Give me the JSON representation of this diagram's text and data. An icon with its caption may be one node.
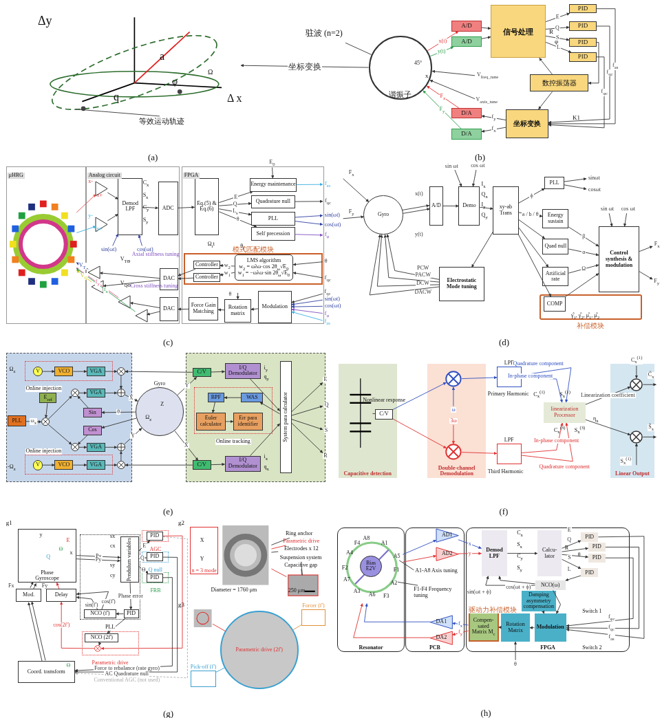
{
  "diagram": {
    "nodes": [
      {
        "text": [],
        "shape": "picture"
      },
      {
        "text": [
          "等效运动轨迹"
        ]
      },
      {
        "text": [
          "谐振子"
        ]
      },
      {
        "text": [
          "驻波 (n=2)"
        ]
      },
      {
        "text": [
          "A/D"
        ]
      },
      {
        "text": [
          "A/D"
        ]
      },
      {
        "text": [
          "信号处理"
        ]
      },
      {
        "text": [
          "PID"
        ]
      },
      {
        "text": [
          "PID"
        ]
      },
      {
        "text": [
          "PID"
        ]
      },
      {
        "text": [
          "PID"
        ]
      },
      {
        "text": [
          "数控振荡器"
        ]
      },
      {
        "text": [
          "坐标变换"
        ]
      },
      {
        "text": [
          "D/A"
        ]
      },
      {
        "text": [
          "D/A"
        ]
      },
      {
        "text": [
          "μHRG"
        ]
      },
      {
        "text": [],
        "shape": "picture",
        "in": 15
      },
      {
        "text": [
          "Analog circuit"
        ]
      },
      {
        "text": [
          "FPGA"
        ]
      },
      {
        "text": [],
        "shape": "triangle",
        "in": 17
      },
      {
        "text": [],
        "shape": "triangle",
        "in": 17
      },
      {
        "text": [
          "Demod LPF"
        ],
        "in": 17
      },
      {
        "text": [
          "ADC"
        ],
        "in": 17
      },
      {
        "text": [
          "DAC"
        ],
        "in": 17
      },
      {
        "text": [
          "DAC"
        ],
        "in": 17
      },
      {
        "text": [],
        "shape": "triangle",
        "in": 17
      },
      {
        "text": [],
        "shape": "triangle",
        "in": 17
      },
      {
        "text": [],
        "shape": "triangle",
        "in": 17
      },
      {
        "text": [],
        "shape": "triangle",
        "in": 17
      },
      {
        "text": [
          "Eq.(5) & Eq.(6)"
        ],
        "in": 18
      },
      {
        "text": [
          "Energy maintenance"
        ],
        "in": 18
      },
      {
        "text": [
          "Quadrature null"
        ],
        "in": 18
      },
      {
        "text": [
          "PLL"
        ],
        "in": 18
      },
      {
        "text": [
          "Self precession"
        ],
        "in": 18
      },
      {
        "text": [
          "模式匹配模块"
        ],
        "in": 18
      },
      {
        "text": [
          "Controller"
        ],
        "in": 34
      },
      {
        "text": [
          "Controller"
        ],
        "in": 34
      },
      {
        "text": [
          "LMS algorithm",
          "w$_{2}$ = ωλω·cos 2θ$_{ω}$√E$_{0}$",
          "w$_{1}$ = −ωλω·sin 2θ$_{ω}$√E$_{0}$"
        ],
        "in": 34
      },
      {
        "text": [
          "Modulation"
        ],
        "in": 18
      },
      {
        "text": [
          "Rotation matrix"
        ],
        "in": 18
      },
      {
        "text": [
          "Force Gain Matching"
        ],
        "in": 18
      },
      {
        "text": [
          "Gyro"
        ]
      },
      {
        "text": [
          "A/D"
        ]
      },
      {
        "text": [
          "Demo"
        ]
      },
      {
        "text": [
          "xy-ab Trans"
        ]
      },
      {
        "text": [
          "PLL"
        ]
      },
      {
        "text": [
          "Energy sustain"
        ]
      },
      {
        "text": [
          "Quad null"
        ]
      },
      {
        "text": [
          "Artificial rate"
        ]
      },
      {
        "text": [
          "补偿模块"
        ]
      },
      {
        "text": [
          "COMP"
        ],
        "in": 49
      },
      {
        "text": [
          "Control synthesis & modulation"
        ]
      },
      {
        "text": [
          "Electrostatic Mode tuning"
        ]
      },
      {
        "text": [],
        "shape": "box"
      },
      {
        "text": [
          "Online injection"
        ],
        "in": 53
      },
      {
        "text": [
          "V"
        ],
        "in": 54
      },
      {
        "text": [
          "VCO"
        ],
        "in": 54
      },
      {
        "text": [
          "VGA"
        ],
        "in": 54
      },
      {
        "text": [],
        "shape": "circle",
        "in": 53
      },
      {
        "text": [
          "E$_{ref}$"
        ],
        "in": 53
      },
      {
        "text": [
          "PLL"
        ],
        "in": 53
      },
      {
        "text": [],
        "shape": "circle",
        "in": 53
      },
      {
        "text": [],
        "shape": "circle",
        "in": 53
      },
      {
        "text": [
          "VGA"
        ],
        "in": 53
      },
      {
        "text": [],
        "shape": "circle",
        "in": 53
      },
      {
        "text": [
          "Sin"
        ],
        "in": 53
      },
      {
        "text": [
          "Cos"
        ],
        "in": 53
      },
      {
        "text": [],
        "shape": "circle",
        "in": 53
      },
      {
        "text": [
          "VGA"
        ],
        "in": 53
      },
      {
        "text": [],
        "shape": "circle",
        "in": 53
      },
      {
        "text": [
          "Online injection"
        ],
        "in": 53
      },
      {
        "text": [
          "V"
        ],
        "in": 70
      },
      {
        "text": [
          "VCO"
        ],
        "in": 70
      },
      {
        "text": [
          "VGA"
        ],
        "in": 70
      },
      {
        "text": [],
        "shape": "circle",
        "in": 53
      },
      {
        "text": [
          "Gyro"
        ]
      },
      {
        "text": [],
        "shape": "box"
      },
      {
        "text": [
          "C/V"
        ],
        "in": 76
      },
      {
        "text": [
          "I/Q Demodulator"
        ],
        "in": 76
      },
      {
        "text": [
          "Online tracking"
        ],
        "in": 76
      },
      {
        "text": [
          "BPF"
        ],
        "in": 79
      },
      {
        "text": [
          "WAS"
        ],
        "in": 79
      },
      {
        "text": [
          "Euler calculator"
        ],
        "in": 79
      },
      {
        "text": [
          "Err para identifier"
        ],
        "in": 79
      },
      {
        "text": [
          "C/V"
        ],
        "in": 76
      },
      {
        "text": [
          "I/Q Demodulator"
        ],
        "in": 76
      },
      {
        "text": [
          "System para calculator"
        ],
        "in": 76
      },
      {
        "text": [
          "Capacitive detection"
        ]
      },
      {
        "text": [],
        "shape": "picture",
        "in": 87
      },
      {
        "text": [
          "C/V"
        ],
        "in": 87
      },
      {
        "text": [
          "Double-channel Demodulation"
        ]
      },
      {
        "text": [],
        "shape": "circle",
        "in": 90
      },
      {
        "text": [],
        "shape": "circle",
        "in": 90
      },
      {
        "text": [
          "LPF"
        ]
      },
      {
        "text": [
          "LPF"
        ]
      },
      {
        "text": [
          "linearization Processor"
        ]
      },
      {
        "text": [
          "Linear Output"
        ]
      },
      {
        "text": [],
        "shape": "circle",
        "in": 96
      },
      {
        "text": [],
        "shape": "circle",
        "in": 96
      },
      {
        "text": [
          "Phase",
          "Gyroscope"
        ]
      },
      {
        "text": [
          "PLL"
        ]
      },
      {
        "text": [
          "Pendulum variables"
        ],
        "in": 100
      },
      {
        "text": [
          "NCO (f')"
        ],
        "in": 100
      },
      {
        "text": [
          "PID"
        ],
        "in": 100
      },
      {
        "text": [
          "AGC"
        ]
      },
      {
        "text": [
          "PID"
        ],
        "in": 104
      },
      {
        "text": [
          "Q null"
        ]
      },
      {
        "text": [
          "PID"
        ],
        "in": 106
      },
      {
        "text": [
          "FRB"
        ]
      },
      {
        "text": [
          "PID"
        ],
        "in": 108
      },
      {
        "text": [
          "Mod."
        ]
      },
      {
        "text": [
          "Delay"
        ]
      },
      {
        "text": [
          "Parametric drive"
        ]
      },
      {
        "text": [
          "NCO (2f')"
        ],
        "in": 112
      },
      {
        "text": [],
        "shape": "circle",
        "in": 112
      },
      {
        "text": [
          "Coord. transform"
        ]
      },
      {
        "text": [],
        "shape": "picture"
      },
      {
        "text": [
          "n = 3 mode"
        ]
      },
      {
        "text": [
          "Ring anchor"
        ]
      },
      {
        "text": [
          "Parametric drive"
        ]
      },
      {
        "text": [
          "Electrodes x 12"
        ]
      },
      {
        "text": [
          "Suspension system"
        ]
      },
      {
        "text": [
          "Capacitive gap"
        ]
      },
      {
        "text": [],
        "shape": "picture"
      },
      {
        "text": [],
        "shape": "picture"
      },
      {
        "text": [
          "Parametric drive (2f')"
        ]
      },
      {
        "text": [
          "Forcer (f')"
        ]
      },
      {
        "text": [
          "Pick-off (f')"
        ]
      },
      {
        "text": [
          "Resonator"
        ]
      },
      {
        "text": [],
        "shape": "picture",
        "in": 128
      },
      {
        "text": [
          "Bias E2V"
        ],
        "in": 129
      },
      {
        "text": [
          "PCB"
        ]
      },
      {
        "text": [
          "AD1"
        ],
        "in": 131
      },
      {
        "text": [
          "AD2"
        ],
        "in": 131
      },
      {
        "text": [
          "DA1"
        ],
        "in": 131
      },
      {
        "text": [
          "DA2"
        ],
        "in": 131
      },
      {
        "text": [
          "FPGA"
        ]
      },
      {
        "text": [
          "Demod LPF"
        ],
        "in": 136
      },
      {
        "text": [
          "Calcu-lator"
        ],
        "in": 136
      },
      {
        "text": [
          "PID"
        ],
        "in": 136
      },
      {
        "text": [
          "PID"
        ],
        "in": 136
      },
      {
        "text": [
          "PID"
        ],
        "in": 136
      },
      {
        "text": [
          "PID"
        ],
        "in": 136
      },
      {
        "text": [
          "NCO(ω)"
        ],
        "in": 136
      },
      {
        "text": [
          "Damping asymmetry compensation"
        ],
        "in": 136
      },
      {
        "text": [
          "Modulation"
        ],
        "in": 136
      },
      {
        "text": [
          "Rotation Matrix"
        ],
        "in": 136
      },
      {
        "text": [
          "Compen-sated Matrix M$_{c}$"
        ],
        "in": 136,
        "beside": [
          "驱动力补偿模块"
        ]
      },
      {
        "text": [
          "A1-A8 Axis tuning"
        ],
        "in": 131
      },
      {
        "text": [
          "F1-F4 Frequency tuning"
        ],
        "in": 131
      }
    ],
    "edges": [
      {
        "from": 1,
        "to": 0,
        "arrow": "none"
      },
      {
        "from": 3,
        "to": 2,
        "arrow": "none"
      },
      {
        "from": 2,
        "to": 4,
        "arrow": "to",
        "label": "x(t)",
        "color": "#e03030"
      },
      {
        "from": 2,
        "to": 5,
        "arrow": "to",
        "label": "y(t)",
        "color": "#2e9e4e"
      },
      {
        "from": 4,
        "to": 6,
        "arrow": "to"
      },
      {
        "from": 5,
        "to": 6,
        "arrow": "to"
      },
      {
        "from": 6,
        "to": 7,
        "arrow": "to",
        "label": "E"
      },
      {
        "from": 6,
        "to": 8,
        "arrow": "to",
        "label": "Q"
      },
      {
        "from": 6,
        "to": 9,
        "arrow": "to",
        "label": "S"
      },
      {
        "from": 6,
        "to": 10,
        "arrow": "to",
        "label": "L"
      },
      {
        "from": 11,
        "to": 6,
        "arrow": "to"
      },
      {
        "from": 7,
        "to": 12,
        "arrow": "to",
        "label": "f$_{as}$"
      },
      {
        "from": 8,
        "to": 12,
        "arrow": "to",
        "label": "f$_{qc}$"
      },
      {
        "from": 9,
        "to": 11,
        "arrow": "to"
      },
      {
        "from": 10,
        "to": 12,
        "arrow": "to",
        "label": "f$_{φc}$"
      },
      {
        "from": 11,
        "to": 12,
        "arrow": "to"
      },
      {
        "from": 12,
        "to": 13,
        "arrow": "to",
        "label": "f$_{y}$"
      },
      {
        "from": 12,
        "to": 14,
        "arrow": "to",
        "label": "f$_{x}$"
      },
      {
        "from": 13,
        "to": 2,
        "arrow": "to",
        "label": "F$_{x}$",
        "color": "#e03030"
      },
      {
        "from": 14,
        "to": 2,
        "arrow": "to",
        "label": "F$_{y}$",
        "color": "#2e9e4e"
      },
      {
        "from": null,
        "to": 2,
        "arrow": "to",
        "label": "V$_{freq_tune}$"
      },
      {
        "from": null,
        "to": 2,
        "arrow": "to",
        "label": "V$_{axis_tune}$"
      },
      {
        "from": 2,
        "to": 0,
        "arrow": "to",
        "label": "坐标变换"
      },
      {
        "from": 16,
        "to": 19,
        "arrow": "to",
        "color": "#e05050"
      },
      {
        "from": 16,
        "to": 20,
        "arrow": "to",
        "color": "#3bb0e0"
      },
      {
        "from": 19,
        "to": 21,
        "arrow": "to"
      },
      {
        "from": 20,
        "to": 21,
        "arrow": "to"
      },
      {
        "from": null,
        "to": 21,
        "arrow": "to",
        "label": "sin(ωt)",
        "color": "#3040a0"
      },
      {
        "from": null,
        "to": 21,
        "arrow": "to",
        "label": "cos(ωt)",
        "color": "#3040a0"
      },
      {
        "from": 21,
        "to": 22,
        "arrow": "to"
      },
      {
        "from": 22,
        "to": 29,
        "arrow": "to"
      },
      {
        "from": 29,
        "to": 30,
        "arrow": "to",
        "label": "E"
      },
      {
        "from": 29,
        "to": 31,
        "arrow": "to",
        "label": "Q"
      },
      {
        "from": 29,
        "to": 32,
        "arrow": "to",
        "label": "L$_{s}$"
      },
      {
        "from": 29,
        "to": 33,
        "arrow": "to",
        "label": "θ"
      },
      {
        "from": null,
        "to": 30,
        "arrow": "to",
        "label": "E$_{0}$"
      },
      {
        "from": 30,
        "to": null,
        "arrow": "to",
        "label": "f$_{as}$",
        "color": "#3bb0e0"
      },
      {
        "from": 31,
        "to": null,
        "arrow": "to",
        "label": "f$_{qc}$"
      },
      {
        "from": 32,
        "to": null,
        "arrow": "to",
        "label": "sin(ωt)",
        "color": "#3040a0"
      },
      {
        "from": 32,
        "to": null,
        "arrow": "to",
        "label": "cos(ωt)",
        "color": "#3040a0"
      },
      {
        "from": 33,
        "to": null,
        "arrow": "to",
        "label": "f$_{φ}$",
        "color": "#8050c0"
      },
      {
        "from": null,
        "to": 37,
        "arrow": "to",
        "label": "θ"
      },
      {
        "from": null,
        "to": 37,
        "arrow": "to",
        "label": "f$_{qc}$"
      },
      {
        "from": 37,
        "to": 35,
        "arrow": "to",
        "label": "w$_{2}$"
      },
      {
        "from": 37,
        "to": 36,
        "arrow": "to",
        "label": "w$_{1}$"
      },
      {
        "from": 35,
        "to": 23,
        "arrow": "to"
      },
      {
        "from": 36,
        "to": 23,
        "arrow": "to"
      },
      {
        "from": 23,
        "to": 25,
        "arrow": "to"
      },
      {
        "from": 23,
        "to": 26,
        "arrow": "to"
      },
      {
        "from": 25,
        "to": 16,
        "arrow": "to",
        "label": "V$_{T}$",
        "color": "#3040a0"
      },
      {
        "from": 26,
        "to": 16,
        "arrow": "to",
        "label": "V$_{Q}$",
        "color": "#c8c820"
      },
      {
        "from": null,
        "to": 38,
        "arrow": "to",
        "label": "f$_{qc}$"
      },
      {
        "from": null,
        "to": 38,
        "arrow": "to",
        "label": "sin(ωt)",
        "color": "#3040a0"
      },
      {
        "from": null,
        "to": 38,
        "arrow": "to",
        "label": "cos(ωt)",
        "color": "#3040a0"
      },
      {
        "from": null,
        "to": 38,
        "arrow": "to",
        "label": "f$_{φ}$",
        "color": "#8050c0"
      },
      {
        "from": null,
        "to": 38,
        "arrow": "to",
        "label": "f$_{as}$",
        "color": "#3bb0e0"
      },
      {
        "from": 38,
        "to": 39,
        "arrow": "to"
      },
      {
        "from": null,
        "to": 39,
        "arrow": "to",
        "label": "θ"
      },
      {
        "from": 39,
        "to": 40,
        "arrow": "to"
      },
      {
        "from": 40,
        "to": 24,
        "arrow": "to"
      },
      {
        "from": 24,
        "to": 27,
        "arrow": "to"
      },
      {
        "from": 24,
        "to": 28,
        "arrow": "to"
      },
      {
        "from": 27,
        "to": 16,
        "arrow": "to",
        "label": "f$_{y}$",
        "color": "#e0508a"
      },
      {
        "from": 28,
        "to": 16,
        "arrow": "to",
        "label": "f$_{x}$",
        "color": "#2e9e4e"
      },
      {
        "from": null,
        "to": 41,
        "arrow": "to",
        "label": "F$_{x}$"
      },
      {
        "from": null,
        "to": 41,
        "arrow": "to",
        "label": "F$_{y}$"
      },
      {
        "from": 41,
        "to": 42,
        "arrow": "to",
        "label": "x(t)"
      },
      {
        "from": 41,
        "to": 42,
        "arrow": "to",
        "label": "y(t)"
      },
      {
        "from": 42,
        "to": 43,
        "arrow": "to"
      },
      {
        "from": null,
        "to": 43,
        "arrow": "to",
        "label": "sin ωt"
      },
      {
        "from": null,
        "to": 43,
        "arrow": "to",
        "label": "cos ωt"
      },
      {
        "from": 43,
        "to": 44,
        "arrow": "to"
      },
      {
        "from": 44,
        "to": 45,
        "arrow": "to",
        "label": "ϕ"
      },
      {
        "from": 45,
        "to": null,
        "arrow": "to",
        "label": "sinωt"
      },
      {
        "from": 45,
        "to": null,
        "arrow": "to",
        "label": "cosωt"
      },
      {
        "from": 44,
        "to": 46,
        "arrow": "to",
        "label": "a / b / θ"
      },
      {
        "from": 44,
        "to": 47,
        "arrow": "to"
      },
      {
        "from": 44,
        "to": 48,
        "arrow": "to"
      },
      {
        "from": 44,
        "to": 50,
        "arrow": "to"
      },
      {
        "from": 44,
        "to": 52,
        "arrow": "to"
      },
      {
        "from": 46,
        "to": 51,
        "arrow": "to",
        "label": "β"
      },
      {
        "from": 47,
        "to": 51,
        "arrow": "to",
        "label": "α"
      },
      {
        "from": 48,
        "to": 51,
        "arrow": "to",
        "label": "Ω"
      },
      {
        "from": 50,
        "to": 51,
        "arrow": "to"
      },
      {
        "from": null,
        "to": 51,
        "arrow": "to",
        "label": "sin ωt"
      },
      {
        "from": null,
        "to": 51,
        "arrow": "to",
        "label": "cos ωt"
      },
      {
        "from": 51,
        "to": null,
        "arrow": "to",
        "label": "F$_{x}$"
      },
      {
        "from": 51,
        "to": null,
        "arrow": "to",
        "label": "F$_{y}$"
      },
      {
        "from": 52,
        "to": 41,
        "arrow": "to",
        "label": "PCW"
      },
      {
        "from": 52,
        "to": 41,
        "arrow": "to",
        "label": "PACW"
      },
      {
        "from": 52,
        "to": 41,
        "arrow": "to",
        "label": "DCW"
      },
      {
        "from": 52,
        "to": 41,
        "arrow": "to",
        "label": "DACW"
      },
      {
        "from": 55,
        "to": 56,
        "arrow": "to"
      },
      {
        "from": 56,
        "to": 57,
        "arrow": "to"
      },
      {
        "from": 57,
        "to": 58,
        "arrow": "to"
      },
      {
        "from": 58,
        "to": 64,
        "arrow": "to"
      },
      {
        "from": 59,
        "to": 61,
        "arrow": "to"
      },
      {
        "from": 60,
        "to": 61,
        "arrow": "to",
        "label": "ω$_{x}$"
      },
      {
        "from": 61,
        "to": 62,
        "arrow": "to"
      },
      {
        "from": 61,
        "to": 67,
        "arrow": "to"
      },
      {
        "from": 62,
        "to": 63,
        "arrow": "to"
      },
      {
        "from": 63,
        "to": 64,
        "arrow": "to"
      },
      {
        "from": 64,
        "to": 75,
        "arrow": "to",
        "label": "X"
      },
      {
        "from": 75,
        "to": 65,
        "arrow": "to",
        "label": "θ"
      },
      {
        "from": 75,
        "to": 66,
        "arrow": "to"
      },
      {
        "from": 65,
        "to": 62,
        "arrow": "to"
      },
      {
        "from": 66,
        "to": 67,
        "arrow": "to"
      },
      {
        "from": 67,
        "to": 68,
        "arrow": "to"
      },
      {
        "from": 68,
        "to": 69,
        "arrow": "to"
      },
      {
        "from": 69,
        "to": 75,
        "arrow": "to",
        "label": "Y"
      },
      {
        "from": 71,
        "to": 72,
        "arrow": "to"
      },
      {
        "from": 72,
        "to": 73,
        "arrow": "to"
      },
      {
        "from": 73,
        "to": 74,
        "arrow": "to"
      },
      {
        "from": 74,
        "to": 69,
        "arrow": "to"
      },
      {
        "from": 75,
        "to": 77,
        "arrow": "to",
        "label": "Y"
      },
      {
        "from": 75,
        "to": 84,
        "arrow": "to",
        "label": "X"
      },
      {
        "from": 77,
        "to": 78,
        "arrow": "to"
      },
      {
        "from": 78,
        "to": 86,
        "arrow": "to"
      },
      {
        "from": 84,
        "to": 85,
        "arrow": "to"
      },
      {
        "from": 85,
        "to": 86,
        "arrow": "to"
      },
      {
        "from": 86,
        "to": 81,
        "arrow": "to"
      },
      {
        "from": 81,
        "to": 80,
        "arrow": "to"
      },
      {
        "from": 80,
        "to": 82,
        "arrow": "to"
      },
      {
        "from": 82,
        "to": 83,
        "arrow": "to"
      },
      {
        "from": 86,
        "to": null,
        "arrow": "to",
        "label": "E"
      },
      {
        "from": 86,
        "to": null,
        "arrow": "to",
        "label": "Q"
      },
      {
        "from": 86,
        "to": null,
        "arrow": "to",
        "label": "S"
      },
      {
        "from": 86,
        "to": null,
        "arrow": "to",
        "label": "R"
      },
      {
        "from": 77,
        "to": 58,
        "arrow": "to"
      },
      {
        "from": 84,
        "to": 74,
        "arrow": "to"
      },
      {
        "from": 88,
        "to": 89,
        "arrow": "none"
      },
      {
        "from": 89,
        "to": 91,
        "arrow": "to",
        "color": "#3050c0"
      },
      {
        "from": 89,
        "to": 92,
        "arrow": "to",
        "color": "#e03030"
      },
      {
        "from": null,
        "to": 91,
        "arrow": "to",
        "label": "ω",
        "color": "#3050c0"
      },
      {
        "from": null,
        "to": 92,
        "arrow": "to",
        "label": "3ω",
        "color": "#e03030"
      },
      {
        "from": 91,
        "to": 93,
        "arrow": "to",
        "color": "#3050c0"
      },
      {
        "from": 92,
        "to": 94,
        "arrow": "to",
        "color": "#e03030"
      },
      {
        "from": 93,
        "to": 95,
        "arrow": "to",
        "label": "Quadrature component",
        "color": "#3050c0"
      },
      {
        "from": 93,
        "to": 95,
        "arrow": "to",
        "label": "In-phase component",
        "color": "#3050c0"
      },
      {
        "from": 94,
        "to": 95,
        "arrow": "to",
        "label": "In-phase component",
        "color": "#e03030"
      },
      {
        "from": 94,
        "to": 95,
        "arrow": "to",
        "label": "Quadrature component",
        "color": "#e03030"
      },
      {
        "from": 95,
        "to": 97,
        "arrow": "to",
        "label": "Linearization coefficient"
      },
      {
        "from": 95,
        "to": 98,
        "arrow": "to"
      },
      {
        "from": null,
        "to": 97,
        "arrow": "to",
        "label": "C$_{x}$$^{(1)}$"
      },
      {
        "from": null,
        "to": 98,
        "arrow": "to",
        "label": "S$_{x}$$^{(1)}$"
      },
      {
        "from": 97,
        "to": null,
        "arrow": "to",
        "label": "C̃$_{x}$"
      },
      {
        "from": 98,
        "to": null,
        "arrow": "to",
        "label": "S̃$_{x}$"
      },
      {
        "from": 99,
        "to": 101,
        "arrow": "to",
        "label": "Px"
      },
      {
        "from": 99,
        "to": 101,
        "arrow": "to",
        "label": "Py"
      },
      {
        "from": 101,
        "to": 105,
        "arrow": "to",
        "label": "E"
      },
      {
        "from": 101,
        "to": 107,
        "arrow": "to",
        "label": "Q"
      },
      {
        "from": 101,
        "to": 109,
        "arrow": "to",
        "label": "Θ"
      },
      {
        "from": 101,
        "to": 103,
        "arrow": "to",
        "label": "Phase error"
      },
      {
        "from": 103,
        "to": 102,
        "arrow": "to"
      },
      {
        "from": 102,
        "to": 111,
        "arrow": "to",
        "label": "sin(f')"
      },
      {
        "from": 102,
        "to": 111,
        "arrow": "to",
        "label": "cos(f')"
      },
      {
        "from": 103,
        "to": 113,
        "arrow": "to"
      },
      {
        "from": 113,
        "to": 114,
        "arrow": "to"
      },
      {
        "from": 105,
        "to": 114,
        "arrow": "to",
        "color": "#e03030"
      },
      {
        "from": 114,
        "to": 111,
        "arrow": "to",
        "label": "cos(2f')",
        "color": "#e03030"
      },
      {
        "from": 111,
        "to": 99,
        "arrow": "to",
        "color": "#e03030"
      },
      {
        "from": 110,
        "to": 99,
        "arrow": "to",
        "label": "Fx"
      },
      {
        "from": 110,
        "to": 99,
        "arrow": "to",
        "label": "Fy"
      },
      {
        "from": 115,
        "to": 110,
        "arrow": "to"
      },
      {
        "from": 115,
        "to": 110,
        "arrow": "to"
      },
      {
        "from": 109,
        "to": 115,
        "arrow": "to",
        "label": "Force to rebalance (rate gyro)"
      },
      {
        "from": 107,
        "to": 115,
        "arrow": "to",
        "label": "AC Quadrature null"
      },
      {
        "from": 105,
        "to": 115,
        "arrow": "to",
        "label": "Conventional AGC (not used)",
        "style": "dashed",
        "color": "#aaaaaa"
      },
      {
        "from": 118,
        "to": 116,
        "arrow": "none"
      },
      {
        "from": 119,
        "to": 116,
        "arrow": "none",
        "color": "#e03030"
      },
      {
        "from": 120,
        "to": 116,
        "arrow": "none"
      },
      {
        "from": 121,
        "to": 123,
        "arrow": "none"
      },
      {
        "from": 122,
        "to": 123,
        "arrow": "none"
      },
      {
        "from": 116,
        "to": 123,
        "arrow": "none",
        "color": "#e03030"
      },
      {
        "from": 124,
        "to": 125,
        "arrow": "none",
        "color": "#e03030"
      },
      {
        "from": 126,
        "to": 125,
        "arrow": "none",
        "color": "#e0903a"
      },
      {
        "from": 127,
        "to": 125,
        "arrow": "none",
        "color": "#3aa0d0"
      },
      {
        "from": 129,
        "to": 132,
        "arrow": "to",
        "color": "#3050c0"
      },
      {
        "from": 129,
        "to": 133,
        "arrow": "to",
        "color": "#e03030"
      },
      {
        "from": 132,
        "to": 137,
        "arrow": "to",
        "label": "x",
        "color": "#3050c0"
      },
      {
        "from": 133,
        "to": 137,
        "arrow": "to",
        "label": "y",
        "color": "#e03030"
      },
      {
        "from": 137,
        "to": 138,
        "arrow": "to"
      },
      {
        "from": 138,
        "to": 139,
        "arrow": "to",
        "label": "E"
      },
      {
        "from": 138,
        "to": 140,
        "arrow": "to",
        "label": "Q"
      },
      {
        "from": 138,
        "to": 141,
        "arrow": "to",
        "label": "S"
      },
      {
        "from": 138,
        "to": 142,
        "arrow": "to",
        "label": "L"
      },
      {
        "from": 142,
        "to": 143,
        "arrow": "to"
      },
      {
        "from": 143,
        "to": 137,
        "arrow": "to",
        "label": "sin(ωt + ϕ)"
      },
      {
        "from": 143,
        "to": 137,
        "arrow": "to",
        "label": "cos(ωt + ϕ)"
      },
      {
        "from": 143,
        "to": 145,
        "arrow": "to"
      },
      {
        "from": 144,
        "to": 145,
        "arrow": "to"
      },
      {
        "from": 145,
        "to": 146,
        "arrow": "to"
      },
      {
        "from": 146,
        "to": 147,
        "arrow": "to"
      },
      {
        "from": 147,
        "to": 134,
        "arrow": "to",
        "label": "f$_{x}$",
        "color": "#3050c0"
      },
      {
        "from": 147,
        "to": 135,
        "arrow": "to",
        "label": "f$_{y}$",
        "color": "#e03030"
      },
      {
        "from": 134,
        "to": 129,
        "arrow": "to",
        "color": "#3050c0"
      },
      {
        "from": 135,
        "to": 129,
        "arrow": "to",
        "color": "#e03030"
      },
      {
        "from": null,
        "to": 146,
        "arrow": "to",
        "label": "θ"
      },
      {
        "from": 139,
        "to": 145,
        "arrow": "to",
        "label": "f$_{as}$"
      },
      {
        "from": 140,
        "to": 145,
        "arrow": "to",
        "label": "f$_{qc}$"
      },
      {
        "from": 141,
        "to": 145,
        "arrow": "to",
        "label": "f$_{φc}$"
      },
      {
        "from": 148,
        "to": 129,
        "arrow": "none"
      },
      {
        "from": 149,
        "to": 129,
        "arrow": "none"
      }
    ],
    "labels": [
      "Δy",
      "a",
      "Ω",
      "q",
      "φ",
      "Δ x",
      "(a)",
      "x",
      "45°",
      "R",
      "φ",
      "K1",
      "(b)",
      "x-",
      "x+",
      "y-",
      "y+",
      "C$_{x}$",
      "S$_{x}$",
      "C$_{y}$",
      "S$_{y}$",
      "Ω$_{r}$t",
      "θ$_{r}$",
      "V$_{TΘ}$",
      "Axial stiffness tuning",
      "V$_{QΘ}$",
      "Cross stiffness tuning",
      "(c)",
      "I$_{x}$",
      "Q$_{x}$",
      "I$_{y}$",
      "Q$_{y}$",
      "γ̂$_{1}$, γ̂$_{2}$, μ̂$_{1}$, μ̂$_{2}$",
      "(d)",
      "Ω$_{z}$",
      "-Ω$_{z}$",
      "Z",
      "Ω$_{z}$",
      "i$_{y}$",
      "q$_{y}$",
      "i$_{x}$",
      "q$_{x}$",
      "(e)",
      "Nonlinear response",
      "Primary Harmonic",
      "Third Harmonic",
      "C$_{x}$$^{(1)}$",
      "S$_{x}$$^{(1)}$",
      "C$_{x}$$^{(3)}$",
      "S$_{x}$$^{(3)}$",
      "η$_{x}$",
      "(f)",
      "g1",
      "y",
      "x",
      "E",
      "Q",
      "Θ",
      "sx",
      "cx",
      "sy",
      "cy",
      "g2",
      "X",
      "Y",
      "Diameter = 1760 μm",
      "250 μm",
      "g3",
      "Θ",
      "(g)",
      "A8",
      "F4",
      "A1",
      "A4",
      "A5",
      "F2",
      "F1",
      "A7",
      "A2",
      "A3",
      "A6",
      "F3",
      "C$_{x}$",
      "S$_{x}$",
      "C$_{y}$",
      "S$_{y}$",
      "R",
      "θ",
      "Switch 1",
      "Switch 2",
      "(h)"
    ]
  }
}
